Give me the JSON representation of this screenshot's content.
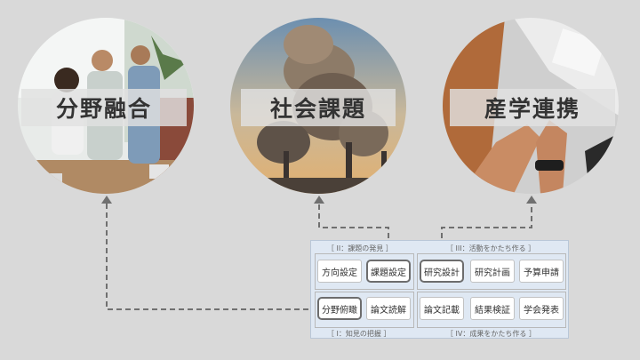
{
  "circles": [
    {
      "label": "分野融合",
      "icon": "team-meeting-photo"
    },
    {
      "label": "社会課題",
      "icon": "factory-smokestacks-photo"
    },
    {
      "label": "産学連携",
      "icon": "fist-bump-photo"
    }
  ],
  "panel": {
    "group_labels": {
      "discovery": "［ II：課題の発見 ］",
      "activity": "［ III：活動をかたち作る ］",
      "knowledge": "［ I：知見の把握 ］",
      "results": "［ IV：成果をかたち作る ］"
    },
    "buttons": {
      "direction": "方向設定",
      "problem": "課題設定",
      "research_design": "研究設計",
      "research_plan": "研究計画",
      "budget": "予算申請",
      "field_overview": "分野俯瞰",
      "paper_reading": "論文読解",
      "paper_writing": "論文記載",
      "result_verify": "結果検証",
      "conference": "学会発表"
    }
  },
  "colors": {
    "background": "#d9d9d9",
    "panel": "#dfe8f3",
    "connector": "#707070",
    "highlight_border": "#6d6d6d"
  }
}
